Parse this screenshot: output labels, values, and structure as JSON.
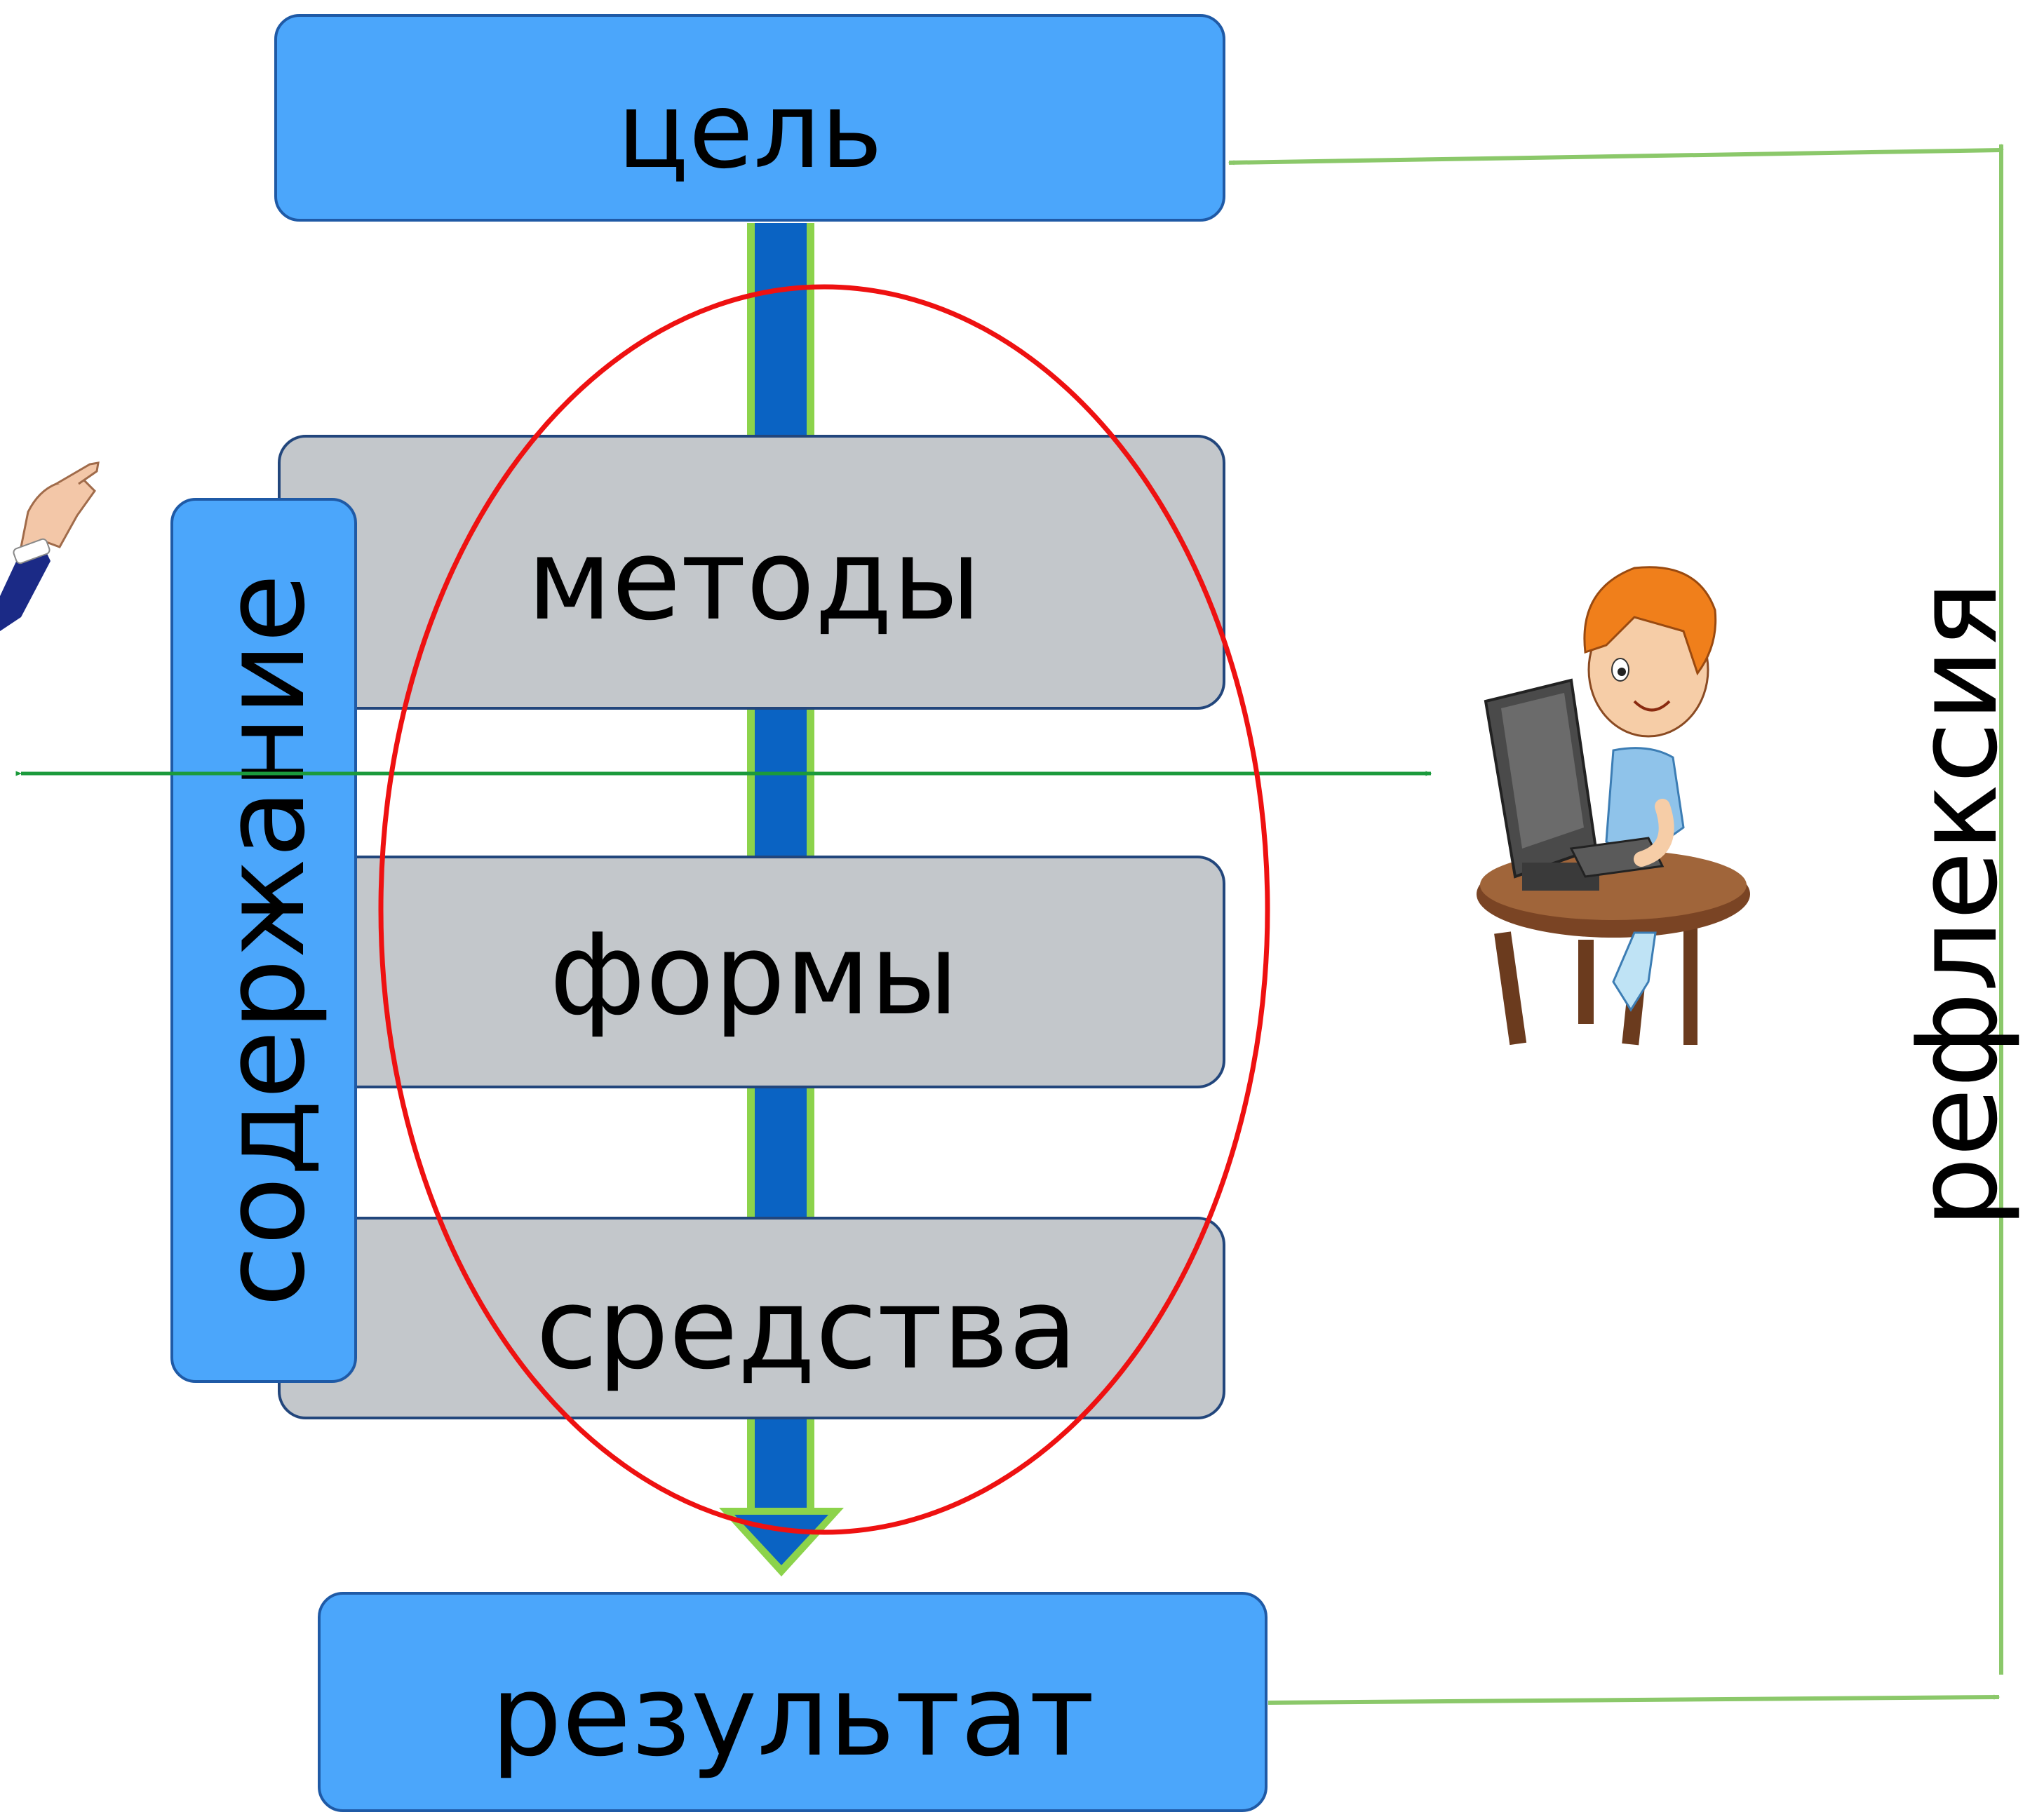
{
  "diagram": {
    "goal": "цель",
    "methods": "методы",
    "forms": "формы",
    "means": "средства",
    "content": "содержание",
    "result": "результат",
    "reflection": "рефлексия"
  },
  "colors": {
    "blue_box": "#4ba6fb",
    "blue_box_border": "#1f5aa6",
    "gray_box": "#c3c7cb",
    "gray_box_border": "#22467c",
    "central_arrow": "#0a63c3",
    "central_arrow_outline": "#8cd34b",
    "feedback_line": "#8bc86a",
    "interaction_line": "#1b9a3c",
    "focus_ellipse": "#ee1111"
  },
  "icons": {
    "teacher": "pointing-hand-icon",
    "student": "boy-at-computer-icon"
  }
}
